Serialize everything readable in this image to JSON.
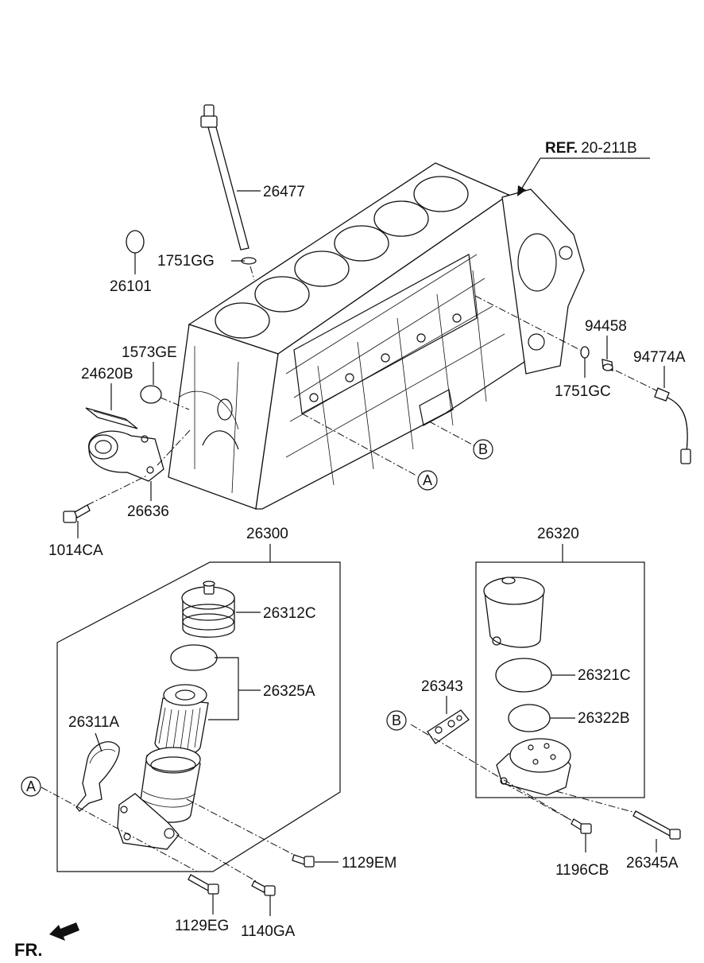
{
  "reference": {
    "bold": "REF.",
    "number": "20-211B"
  },
  "orientation": "FR.",
  "circle_markers": {
    "a": "A",
    "b": "B"
  },
  "parts": {
    "p26477": "26477",
    "p26101": "26101",
    "p1751GG": "1751GG",
    "p1573GE": "1573GE",
    "p24620B": "24620B",
    "p26636": "26636",
    "p1014CA": "1014CA",
    "p94458": "94458",
    "p94774A": "94774A",
    "p1751GC": "1751GC",
    "p26300": "26300",
    "p26312C": "26312C",
    "p26325A": "26325A",
    "p26311A": "26311A",
    "p1129EM": "1129EM",
    "p1129EG": "1129EG",
    "p1140GA": "1140GA",
    "p26320": "26320",
    "p26321C": "26321C",
    "p26322B": "26322B",
    "p26343": "26343",
    "p1196CB": "1196CB",
    "p26345A": "26345A"
  }
}
